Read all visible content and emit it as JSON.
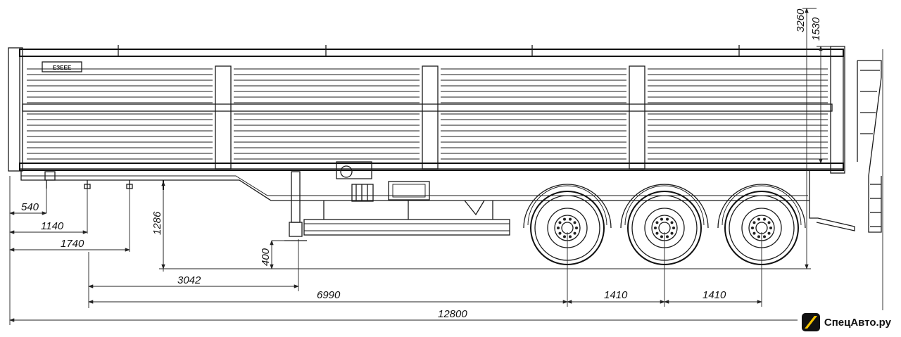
{
  "drawing": {
    "dimensions": {
      "overall_length": "12800",
      "landing_gear_pos": "6990",
      "kingpin_to_leg": "3042",
      "axle_spacing_1": "1410",
      "axle_spacing_2": "1410",
      "front_540": "540",
      "front_1140": "1140",
      "front_1740": "1740",
      "fifth_wheel_height": "1286",
      "kingpin_height": "400",
      "overall_height": "3260",
      "side_height": "1530"
    },
    "plate_text": "ЕЗЕЕЕ"
  },
  "watermark": {
    "text": "СпецАвто.ру",
    "accent_color": "#f5c400",
    "dark_color": "#111111"
  }
}
